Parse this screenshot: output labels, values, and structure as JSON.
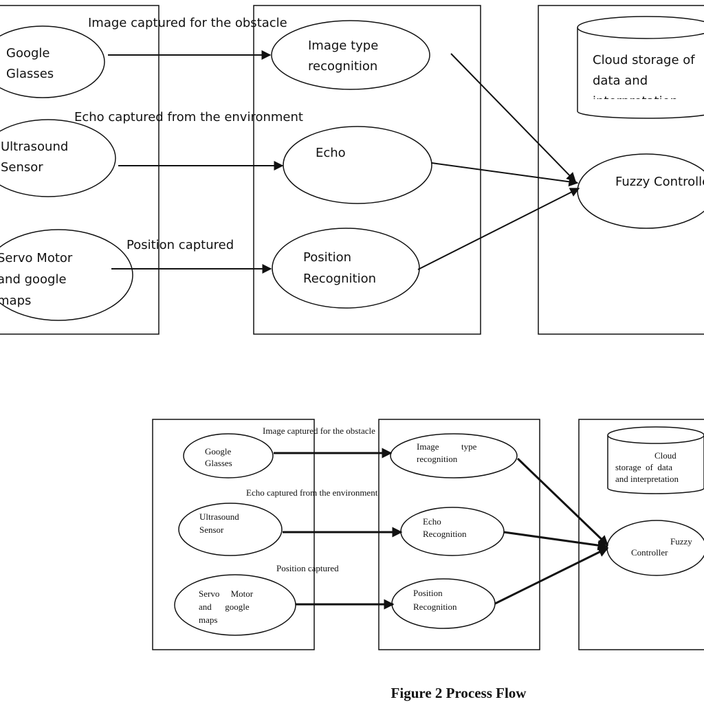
{
  "top": {
    "edge_labels": {
      "image": "Image captured for the obstacle",
      "echo": "Echo captured from the environment",
      "position": "Position captured"
    },
    "sources": {
      "google": [
        "Google",
        "Glasses"
      ],
      "ultrasound": [
        "Ultrasound",
        "Sensor"
      ],
      "servo": [
        "Servo Motor",
        "and google",
        "maps"
      ]
    },
    "recognition": {
      "image": [
        "Image type",
        "recognition"
      ],
      "echo": [
        "Echo"
      ],
      "position": [
        "Position",
        "Recognition"
      ]
    },
    "cloud": [
      "Cloud storage of",
      "data and",
      "interpretation"
    ],
    "fuzzy": [
      "Fuzzy Controller"
    ]
  },
  "bottom": {
    "edge_labels": {
      "image": "Image captured for the obstacle",
      "echo": "Echo captured from the environment",
      "position": "Position captured"
    },
    "sources": {
      "google": [
        "Google",
        "Glasses"
      ],
      "ultrasound": [
        "Ultrasound",
        "Sensor"
      ],
      "servo": [
        "Servo     Motor",
        "and      google",
        "maps"
      ]
    },
    "recognition": {
      "image": [
        "Image          type",
        "recognition"
      ],
      "echo": [
        "Echo",
        "Recognition"
      ],
      "position": [
        "Position",
        "Recognition"
      ]
    },
    "cloud": [
      "Cloud",
      "storage  of  data",
      "and interpretation"
    ],
    "fuzzy": [
      "Fuzzy",
      "Controller"
    ]
  },
  "caption": "Figure 2 Process Flow"
}
